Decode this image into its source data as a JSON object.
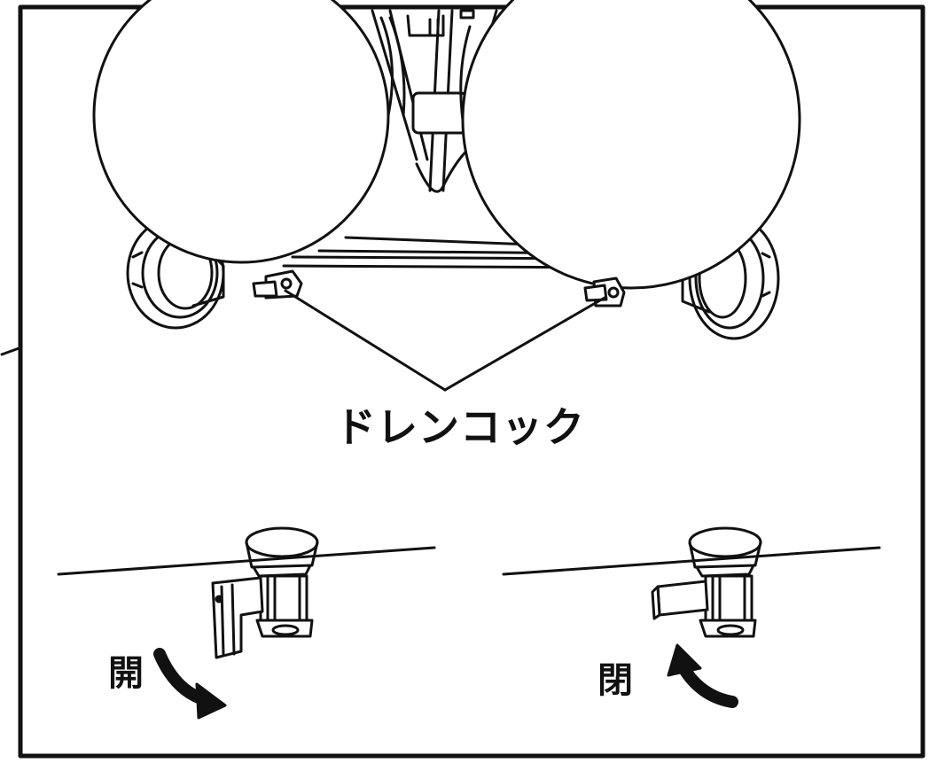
{
  "labels": {
    "drain_cock": "ドレンコック",
    "open": "開",
    "close": "閉"
  },
  "colors": {
    "stroke": "#111111",
    "background": "#ffffff"
  }
}
